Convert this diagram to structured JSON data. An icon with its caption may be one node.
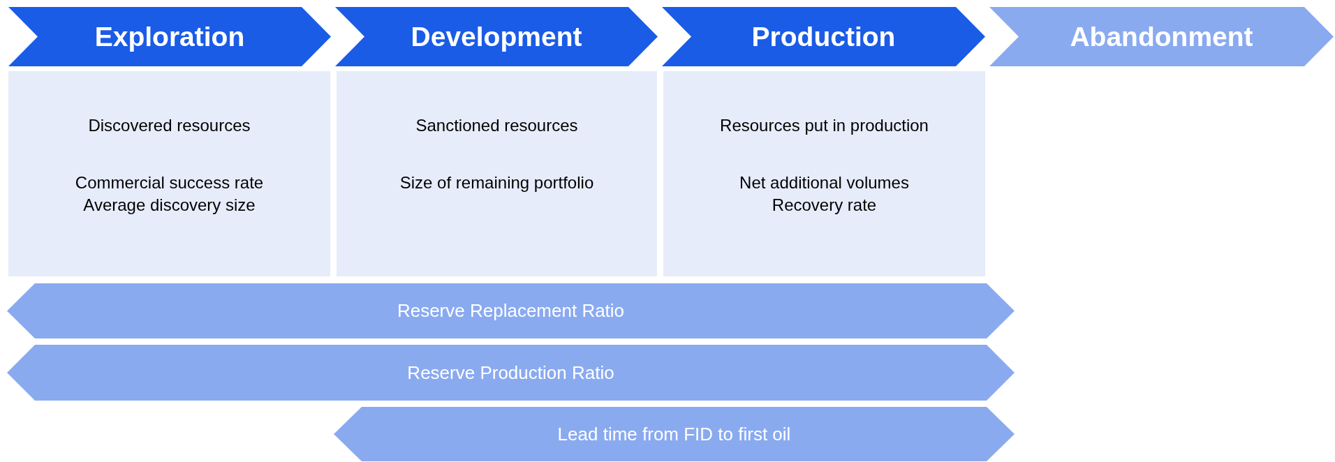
{
  "diagram": {
    "nodes": [
      {
        "text": [
          "Exploration"
        ]
      },
      {
        "text": [
          "Development"
        ]
      },
      {
        "text": [
          "Production"
        ]
      },
      {
        "text": [
          "Abandonment"
        ]
      },
      {
        "text": [
          "Discovered resources",
          "Commercial success rate",
          "Average discovery size"
        ]
      },
      {
        "text": [
          "Sanctioned resources",
          "Size of remaining portfolio"
        ]
      },
      {
        "text": [
          "Resources put in production",
          "Net additional volumes",
          "Recovery rate"
        ]
      },
      {
        "text": [
          "Reserve Replacement Ratio"
        ]
      },
      {
        "text": [
          "Reserve Production Ratio"
        ]
      },
      {
        "text": [
          "Lead time from FID to first oil"
        ]
      }
    ]
  }
}
